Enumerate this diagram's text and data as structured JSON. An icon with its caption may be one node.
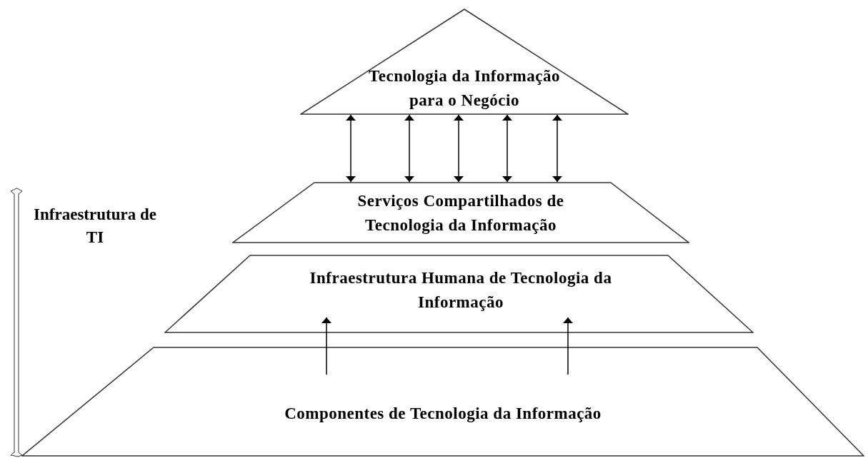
{
  "diagram": {
    "nodes": [
      {
        "text": [
          "Tecnologia da Informação para o Negócio"
        ]
      },
      {
        "text": [
          "Serviços Compartilhados de Tecnologia da Informação"
        ]
      },
      {
        "text": [
          "Infraestrutura Humana de Tecnologia da Informação"
        ]
      },
      {
        "text": [
          "Componentes de Tecnologia da Informação"
        ]
      }
    ],
    "edges": [
      {
        "from": 0,
        "to": 1,
        "arrow": "both"
      },
      {
        "from": 0,
        "to": 1,
        "arrow": "both"
      },
      {
        "from": 0,
        "to": 1,
        "arrow": "both"
      },
      {
        "from": 0,
        "to": 1,
        "arrow": "both"
      },
      {
        "from": 0,
        "to": 1,
        "arrow": "both"
      },
      {
        "from": 3,
        "to": 2,
        "arrow": "to"
      },
      {
        "from": 3,
        "to": 2,
        "arrow": "to"
      }
    ],
    "labels": [
      "Infraestrutura de TI"
    ]
  }
}
